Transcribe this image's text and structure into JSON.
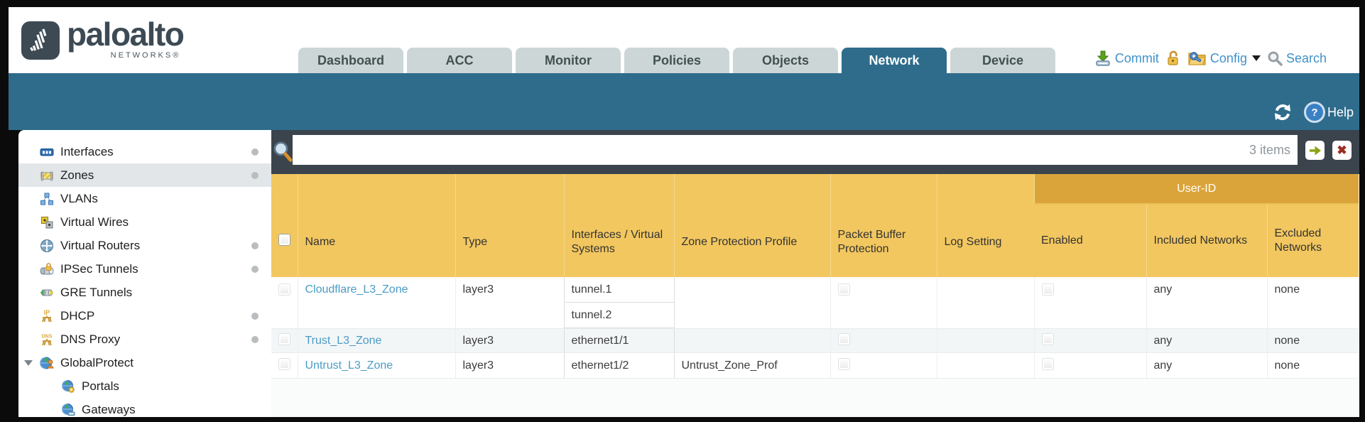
{
  "brand": {
    "name": "paloalto",
    "subname": "NETWORKS®"
  },
  "nav": {
    "tabs": [
      {
        "label": "Dashboard"
      },
      {
        "label": "ACC"
      },
      {
        "label": "Monitor"
      },
      {
        "label": "Policies"
      },
      {
        "label": "Objects"
      },
      {
        "label": "Network"
      },
      {
        "label": "Device"
      }
    ],
    "active_tab": "Network",
    "actions": {
      "commit": "Commit",
      "config": "Config",
      "search": "Search"
    }
  },
  "subheader": {
    "help": "Help"
  },
  "sidebar": {
    "items": [
      {
        "label": "Interfaces",
        "icon": "interfaces-icon",
        "has_dot": true,
        "selected": false
      },
      {
        "label": "Zones",
        "icon": "zones-icon",
        "has_dot": true,
        "selected": true
      },
      {
        "label": "VLANs",
        "icon": "vlans-icon",
        "has_dot": false,
        "selected": false
      },
      {
        "label": "Virtual Wires",
        "icon": "virtual-wires-icon",
        "has_dot": false,
        "selected": false
      },
      {
        "label": "Virtual Routers",
        "icon": "virtual-routers-icon",
        "has_dot": true,
        "selected": false
      },
      {
        "label": "IPSec Tunnels",
        "icon": "ipsec-tunnels-icon",
        "has_dot": true,
        "selected": false
      },
      {
        "label": "GRE Tunnels",
        "icon": "gre-tunnels-icon",
        "has_dot": false,
        "selected": false
      },
      {
        "label": "DHCP",
        "icon": "dhcp-icon",
        "has_dot": true,
        "selected": false
      },
      {
        "label": "DNS Proxy",
        "icon": "dns-proxy-icon",
        "has_dot": true,
        "selected": false
      },
      {
        "label": "GlobalProtect",
        "icon": "globalprotect-icon",
        "has_dot": false,
        "selected": false,
        "expanded": true
      },
      {
        "label": "Portals",
        "icon": "portals-icon",
        "has_dot": false,
        "selected": false,
        "indent": true
      },
      {
        "label": "Gateways",
        "icon": "gateways-icon",
        "has_dot": false,
        "selected": false,
        "indent": true
      }
    ]
  },
  "filter": {
    "query": "",
    "count": "3 items"
  },
  "table": {
    "group_header": "User-ID",
    "columns": [
      "Name",
      "Type",
      "Interfaces / Virtual Systems",
      "Zone Protection Profile",
      "Packet Buffer Protection",
      "Log Setting",
      "Enabled",
      "Included Networks",
      "Excluded Networks"
    ],
    "rows": [
      {
        "name": "Cloudflare_L3_Zone",
        "type": "layer3",
        "interfaces": [
          "tunnel.1",
          "tunnel.2"
        ],
        "zone_protection_profile": "",
        "packet_buffer_protection": false,
        "log_setting": "",
        "user_id_enabled": false,
        "included_networks": "any",
        "excluded_networks": "none"
      },
      {
        "name": "Trust_L3_Zone",
        "type": "layer3",
        "interfaces": [
          "ethernet1/1"
        ],
        "zone_protection_profile": "",
        "packet_buffer_protection": false,
        "log_setting": "",
        "user_id_enabled": false,
        "included_networks": "any",
        "excluded_networks": "none"
      },
      {
        "name": "Untrust_L3_Zone",
        "type": "layer3",
        "interfaces": [
          "ethernet1/2"
        ],
        "zone_protection_profile": "Untrust_Zone_Prof",
        "packet_buffer_protection": false,
        "log_setting": "",
        "user_id_enabled": false,
        "included_networks": "any",
        "excluded_networks": "none"
      }
    ]
  },
  "colors": {
    "accent_teal": "#2f6c8c",
    "header_amber": "#f2c75f",
    "group_amber": "#dba43a",
    "link_blue": "#4a9cc4",
    "charcoal": "#3b444c"
  }
}
